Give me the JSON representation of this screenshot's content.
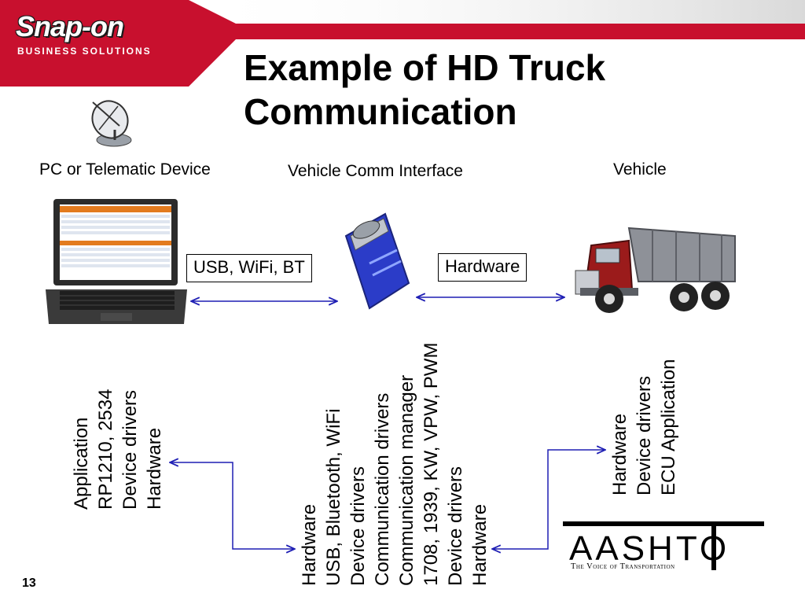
{
  "header": {
    "logo_text": "Snap-on",
    "logo_subtitle": "BUSINESS SOLUTIONS"
  },
  "slide": {
    "title_line1": "Example of HD Truck",
    "title_line2": "Communication",
    "page_number": "13"
  },
  "columns": {
    "pc": {
      "label": "PC or Telematic Device",
      "stack": [
        "Application",
        "RP1210, 2534",
        "Device drivers",
        "Hardware"
      ]
    },
    "vci": {
      "label": "Vehicle Comm Interface",
      "stack": [
        "Hardware",
        "USB, Bluetooth, WiFi",
        "Device drivers",
        "Communication drivers",
        "Communication manager",
        "1708, 1939, KW, VPW, PWM",
        "Device drivers",
        "Hardware"
      ]
    },
    "vehicle": {
      "label": "Vehicle",
      "stack": [
        "Hardware",
        "Device drivers",
        "ECU Application"
      ]
    }
  },
  "links": {
    "pc_to_vci": "USB, WiFi, BT",
    "vci_to_vehicle": "Hardware"
  },
  "footer_logo": {
    "name": "AASHTO",
    "tagline": "The Voice of Transportation"
  },
  "colors": {
    "banner_red": "#c8102e",
    "arrow_blue": "#1f1fb4",
    "device_blue": "#2b3cc8"
  },
  "icons": [
    "satellite-dish-icon",
    "laptop-image",
    "vci-device-image",
    "dump-truck-image"
  ]
}
